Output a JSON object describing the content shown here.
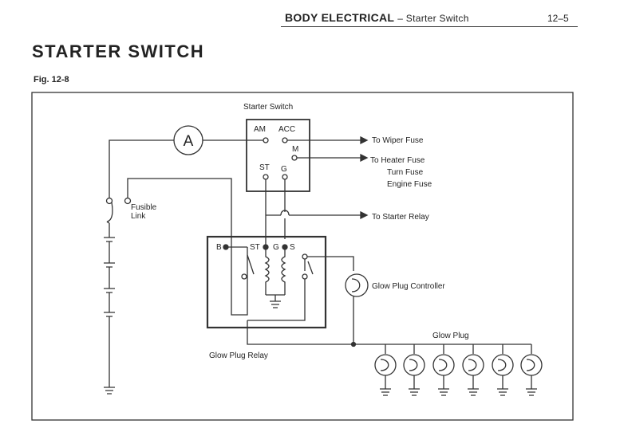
{
  "header": {
    "section": "BODY ELECTRICAL",
    "subsection": "– Starter Switch",
    "page_number": "12–5"
  },
  "title": "STARTER SWITCH",
  "figure_label": "Fig. 12-8",
  "diagram": {
    "ammeter_symbol": "A",
    "starter_switch": {
      "label": "Starter Switch",
      "terminals": {
        "am": "AM",
        "acc": "ACC",
        "m": "M",
        "st": "ST",
        "g": "G"
      }
    },
    "outputs": {
      "wiper_fuse": "To Wiper Fuse",
      "heater_fuse": "To Heater Fuse",
      "turn_fuse": "Turn Fuse",
      "engine_fuse": "Engine Fuse",
      "starter_relay": "To Starter Relay"
    },
    "fusible_link": {
      "line1": "Fusible",
      "line2": "Link"
    },
    "relay": {
      "label": "Glow Plug Relay",
      "terminals": {
        "b": "B",
        "st": "ST",
        "g": "G",
        "s": "S"
      }
    },
    "glow_plug_controller": "Glow Plug Controller",
    "glow_plug": "Glow Plug"
  }
}
